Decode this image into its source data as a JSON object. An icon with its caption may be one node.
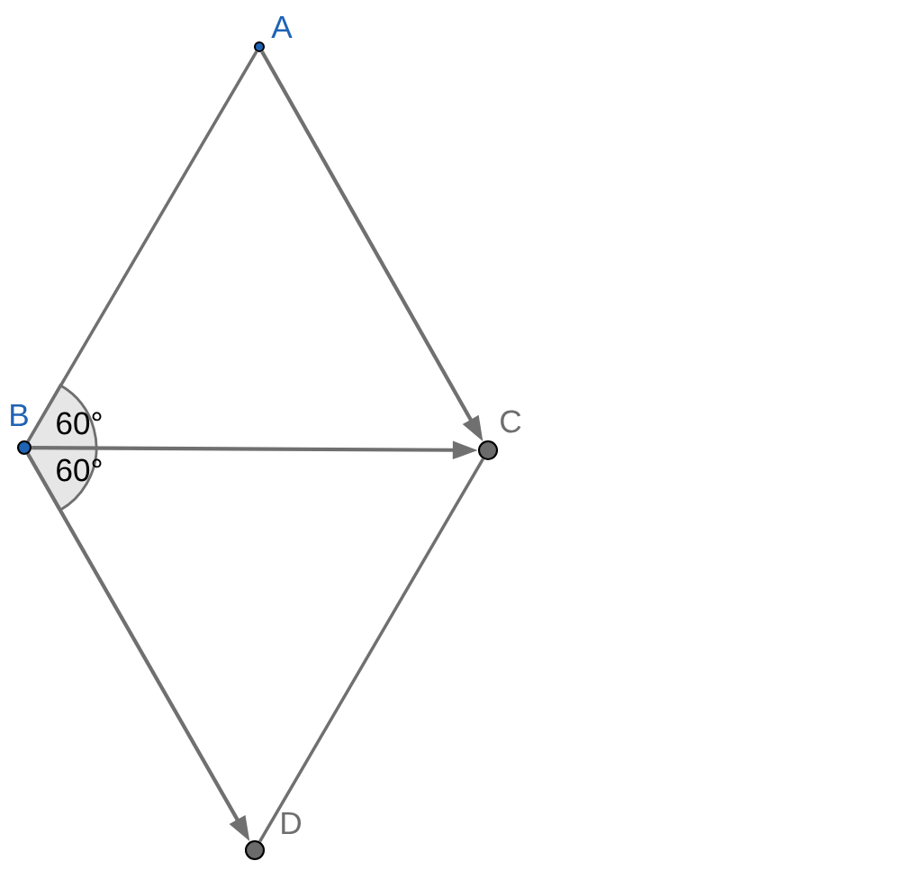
{
  "diagram": {
    "nodes": [
      {
        "text": [
          "A"
        ]
      },
      {
        "text": [
          "B"
        ]
      },
      {
        "text": [
          "C"
        ]
      },
      {
        "text": [
          "D"
        ]
      }
    ],
    "edges": [
      {
        "from": 0,
        "to": 1,
        "arrow": "none"
      },
      {
        "from": 0,
        "to": 2,
        "arrow": "to"
      },
      {
        "from": 1,
        "to": 2,
        "arrow": "to"
      },
      {
        "from": 1,
        "to": 3,
        "arrow": "to"
      },
      {
        "from": 2,
        "to": 3,
        "arrow": "none"
      }
    ],
    "labels": [
      "60°",
      "60°"
    ]
  }
}
